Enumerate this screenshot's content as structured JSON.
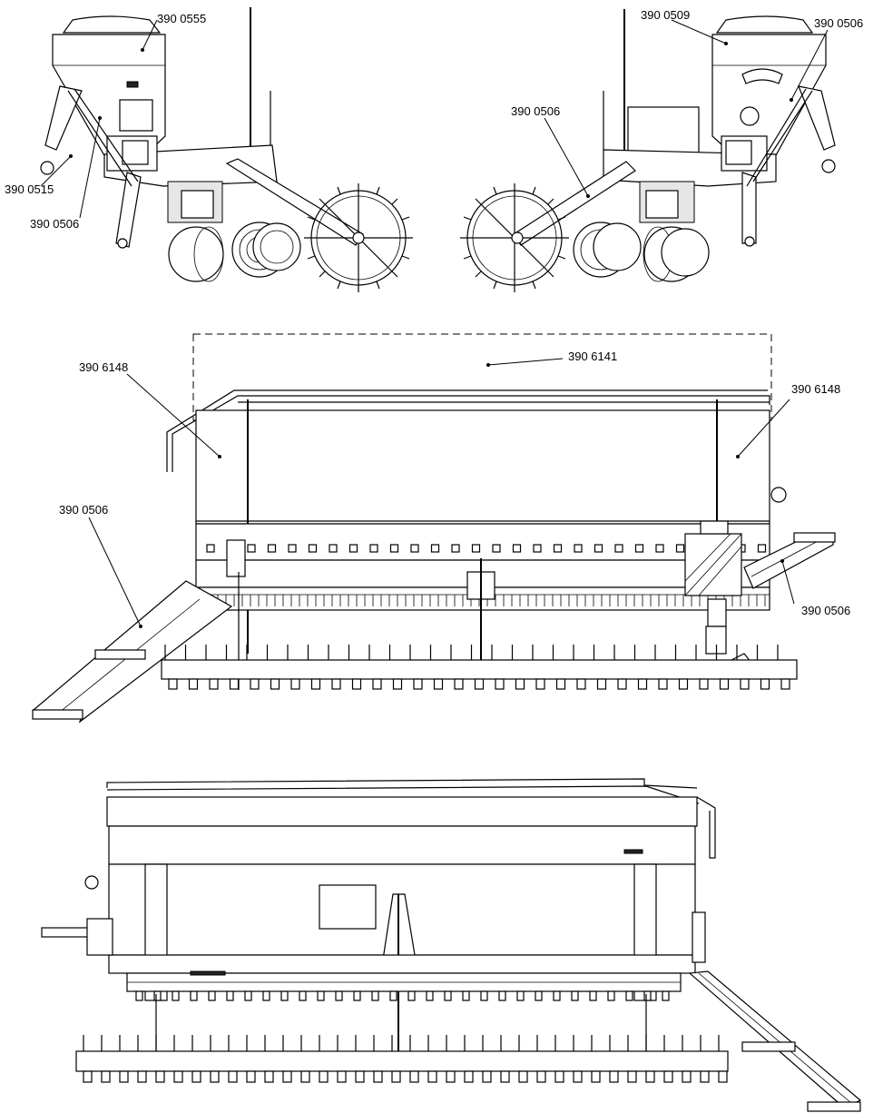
{
  "labels": {
    "top_left_hopper": "390 0555",
    "top_left_side": "390 0515",
    "top_left_arm": "390 0506",
    "top_right_hopper": "390 0509",
    "top_right_arm_outer": "390 0506",
    "top_right_arm_inner": "390 0506",
    "mid_cover": "390 6141",
    "mid_left_side": "390 6148",
    "mid_right_side": "390 6148",
    "mid_left_arm": "390 0506",
    "mid_right_arm": "390 0506"
  }
}
